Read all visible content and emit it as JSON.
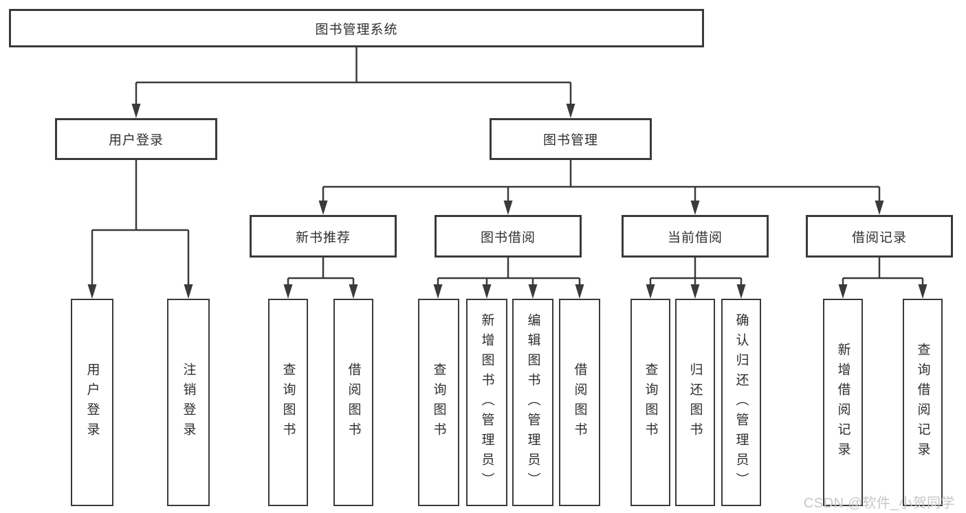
{
  "nodes": {
    "root": {
      "label": "图书管理系统"
    },
    "user_login": {
      "label": "用户登录"
    },
    "book_management": {
      "label": "图书管理"
    },
    "new_book_recommend": {
      "label": "新书推荐"
    },
    "book_borrow": {
      "label": "图书借阅"
    },
    "current_borrow": {
      "label": "当前借阅"
    },
    "borrow_records": {
      "label": "借阅记录"
    },
    "leaf_user_login": {
      "label": "用户登录"
    },
    "leaf_logout": {
      "label": "注销登录"
    },
    "leaf_nb_query": {
      "label": "查询图书"
    },
    "leaf_nb_borrow": {
      "label": "借阅图书"
    },
    "leaf_bb_query": {
      "label": "查询图书"
    },
    "leaf_bb_add": {
      "label": "新增图书（管理员）"
    },
    "leaf_bb_edit": {
      "label": "编辑图书（管理员）"
    },
    "leaf_bb_borrow": {
      "label": "借阅图书"
    },
    "leaf_cb_query": {
      "label": "查询图书"
    },
    "leaf_cb_return": {
      "label": "归还图书"
    },
    "leaf_cb_confirm": {
      "label": "确认归还（管理员）"
    },
    "leaf_br_add": {
      "label": "新增借阅记录"
    },
    "leaf_br_query": {
      "label": "查询借阅记录"
    }
  },
  "hierarchy": {
    "图书管理系统": {
      "用户登录": [
        "用户登录",
        "注销登录"
      ],
      "图书管理": {
        "新书推荐": [
          "查询图书",
          "借阅图书"
        ],
        "图书借阅": [
          "查询图书",
          "新增图书（管理员）",
          "编辑图书（管理员）",
          "借阅图书"
        ],
        "当前借阅": [
          "查询图书",
          "归还图书",
          "确认归还（管理员）"
        ],
        "借阅记录": [
          "新增借阅记录",
          "查询借阅记录"
        ]
      }
    }
  },
  "watermark": {
    "text": "CSDN @软件_小贺同学"
  },
  "colors": {
    "line": "#3a3a3a",
    "text": "#2f2f2f",
    "watermark": "#cac5c5",
    "background": "#ffffff"
  }
}
